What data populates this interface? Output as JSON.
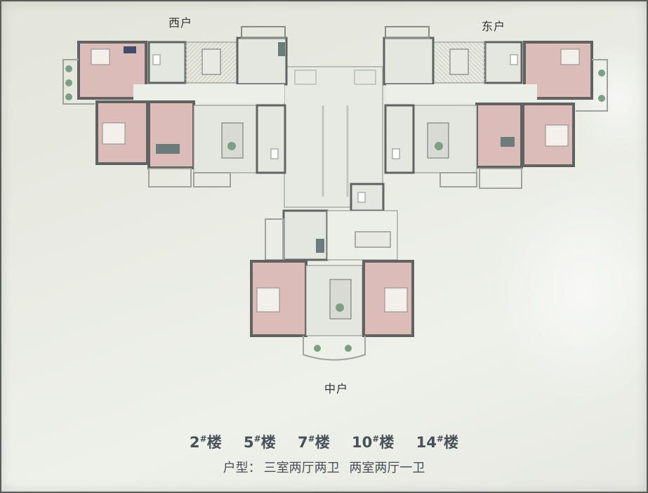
{
  "labels": {
    "west_unit": "西户",
    "east_unit": "东户",
    "middle_unit": "中户"
  },
  "buildings": [
    {
      "num": "2",
      "mark": "#",
      "suffix": "楼"
    },
    {
      "num": "5",
      "mark": "#",
      "suffix": "楼"
    },
    {
      "num": "7",
      "mark": "#",
      "suffix": "楼"
    },
    {
      "num": "10",
      "mark": "#",
      "suffix": "楼"
    },
    {
      "num": "14",
      "mark": "#",
      "suffix": "楼"
    }
  ],
  "unit_types": {
    "prefix": "户型：",
    "type_a": "三室两厅两卫",
    "type_b": "两室两厅一卫"
  },
  "colors": {
    "bedroom": "#dcbcb8",
    "wall": "#5f6463",
    "room": "#e4e6e0",
    "text": "#4a5058"
  }
}
